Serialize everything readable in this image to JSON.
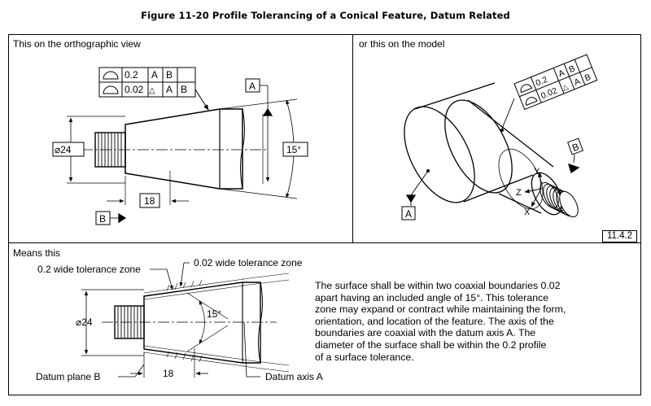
{
  "figure_title": "Figure 11-20 Profile Tolerancing of a Conical Feature, Datum Related",
  "panel_top_left": {
    "heading": "This on the orthographic view",
    "fcf_row1": {
      "tol": "0.2",
      "datum1": "A",
      "datum2": "B"
    },
    "fcf_row2": {
      "tol": "0.02",
      "modifier": "△",
      "datum1": "A",
      "datum2": "B"
    },
    "datum_a": "A",
    "datum_b": "B",
    "diameter": "⌀24",
    "length": "18",
    "angle": "15°"
  },
  "panel_top_right": {
    "heading": "or this on the model",
    "fcf_row1": {
      "tol": "0.2",
      "datum1": "A",
      "datum2": "B"
    },
    "fcf_row2": {
      "tol": "0.02",
      "modifier": "△",
      "datum1": "A",
      "datum2": "B"
    },
    "datum_a": "A",
    "datum_b": "B",
    "axis_x": "X",
    "axis_y": "Y",
    "axis_z": "Z",
    "ref": "11.4.2"
  },
  "panel_bottom": {
    "heading": "Means this",
    "zone_wide": "0.2 wide tolerance zone",
    "zone_narrow": "0.02 wide tolerance zone",
    "diameter": "⌀24",
    "angle": "15°",
    "length": "18",
    "datum_plane": "Datum plane B",
    "datum_axis": "Datum axis A",
    "description": [
      "The surface shall be within two coaxial boundaries 0.02",
      "apart having an included angle of 15°. This tolerance",
      "zone may expand or contract while maintaining the form,",
      "orientation, and location of the feature. The axis of the",
      "boundaries are coaxial with the datum axis A. The",
      "diameter of the surface shall be within the 0.2 profile",
      "of a surface tolerance."
    ]
  }
}
